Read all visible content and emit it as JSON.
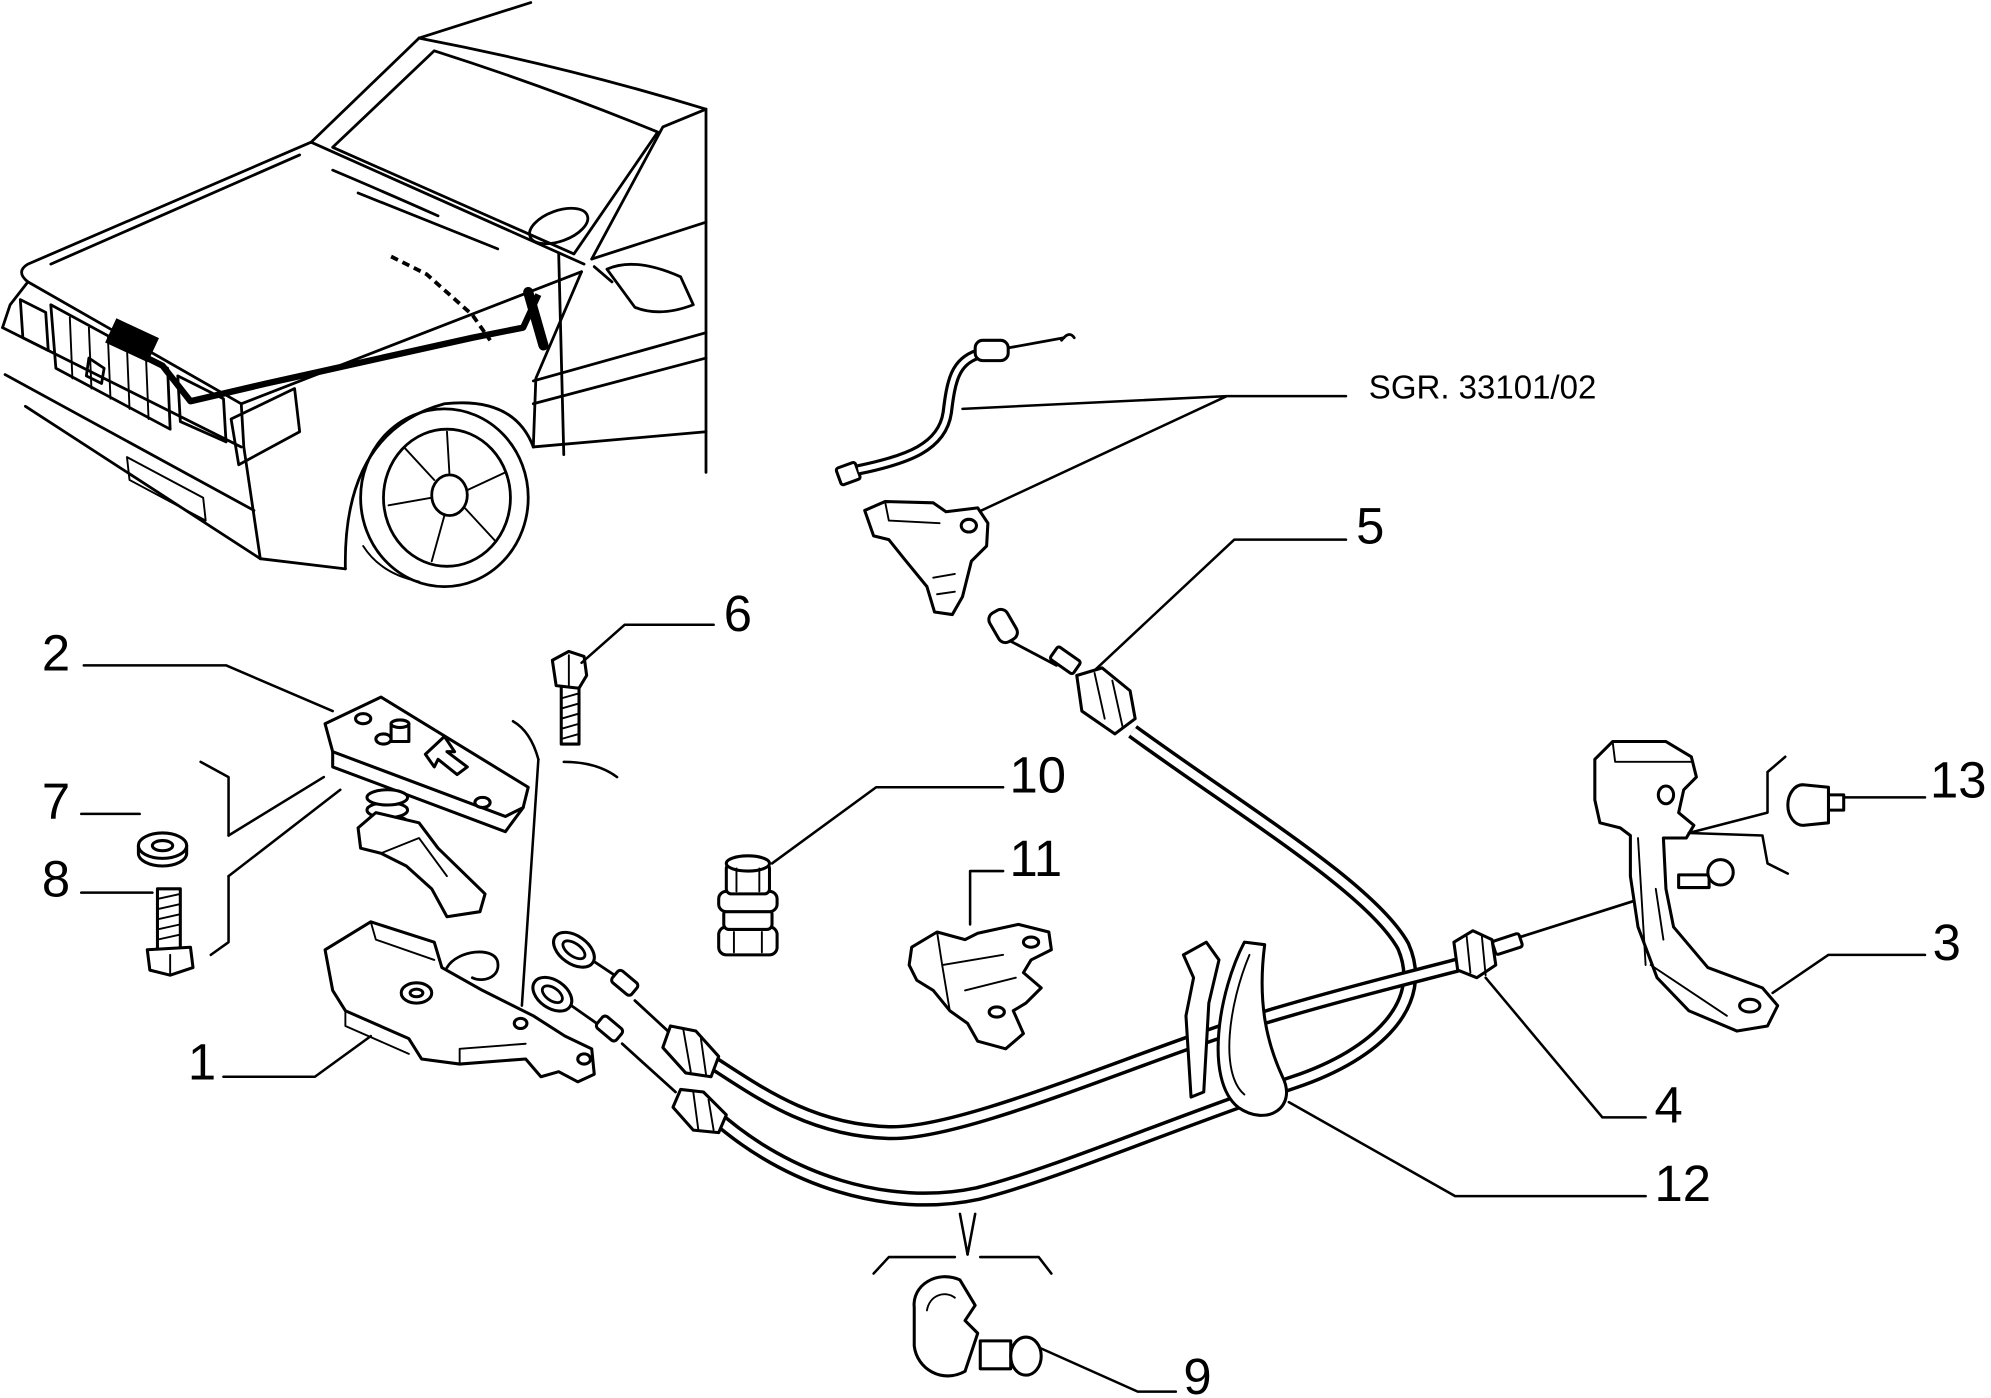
{
  "colors": {
    "ink": "#000000",
    "paper": "#ffffff"
  },
  "diagram": {
    "reference_label": "SGR. 33101/02",
    "callouts": {
      "c1": "1",
      "c2": "2",
      "c3": "3",
      "c4": "4",
      "c5": "5",
      "c6": "6",
      "c7": "7",
      "c8": "8",
      "c9": "9",
      "c10": "10",
      "c11": "11",
      "c12": "12",
      "c13": "13"
    }
  }
}
